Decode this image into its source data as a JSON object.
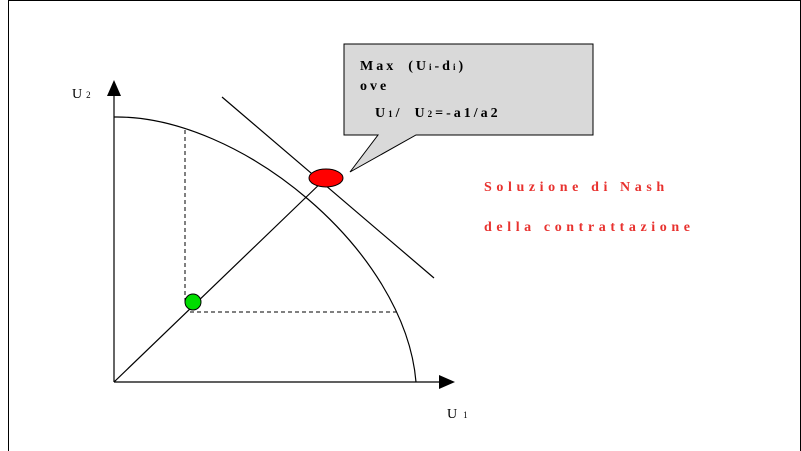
{
  "axes": {
    "y_label_main": "U",
    "y_label_sub": "2",
    "x_label_main": "U",
    "x_label_sub": "1"
  },
  "callout": {
    "line1_a": "Max",
    "line1_b": "(U",
    "line1_sub": "i",
    "line1_c": "-d",
    "line1_sub2": "i",
    "line1_d": ")",
    "line2": "ove",
    "line3_a": "U",
    "line3_sub1": "1",
    "line3_b": "/",
    "line3_c": "U",
    "line3_sub2": "2",
    "line3_d": "=-a1/a2",
    "fill_color": "#d9d9d9"
  },
  "title": {
    "line1": "Soluzione di Nash",
    "line2": "della contrattazione",
    "color": "#e8322f"
  },
  "colors": {
    "nash_point": "#ff0000",
    "disagreement_point": "#00dd00"
  }
}
